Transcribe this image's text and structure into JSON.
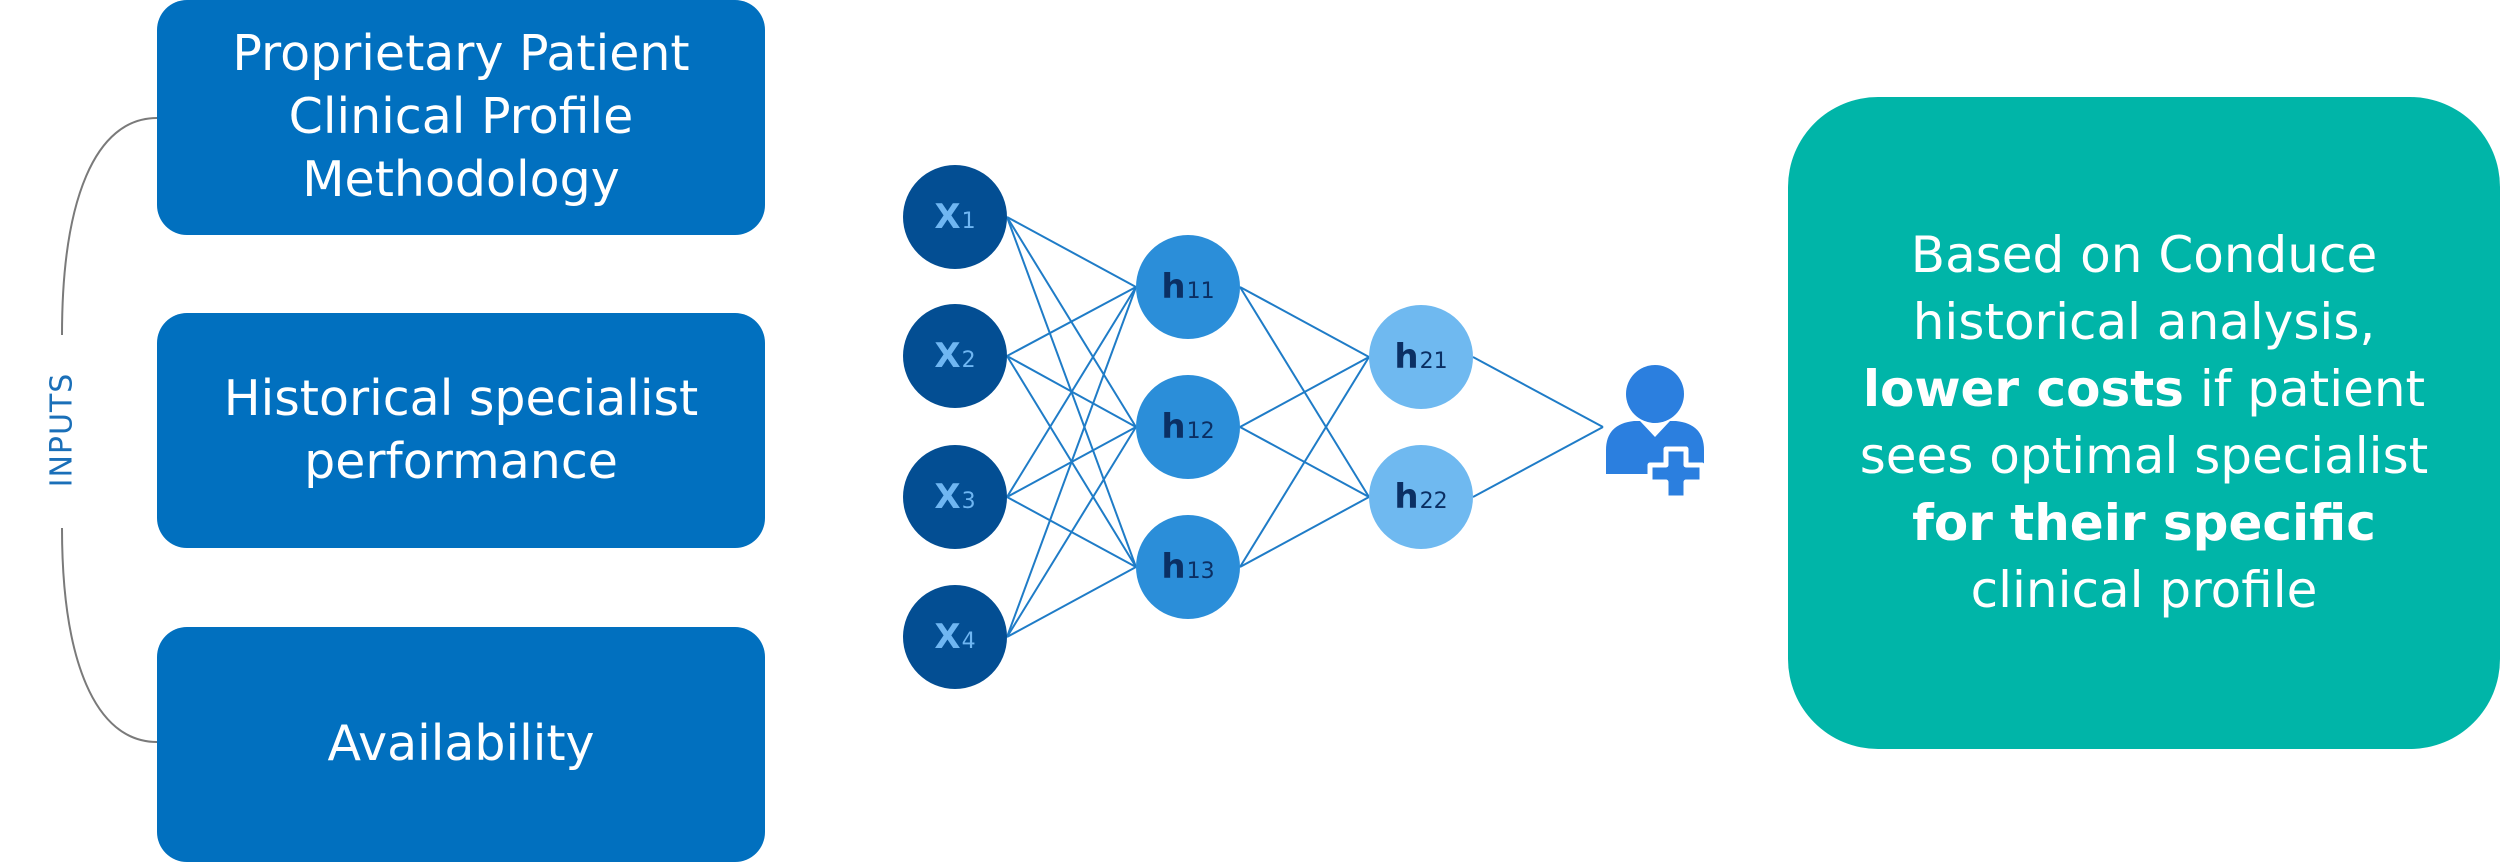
{
  "inputs_label": "INPUTS",
  "inputs": [
    {
      "label": "Proprietary Patient Clinical Profile Methodology"
    },
    {
      "label": "Historical specialist performance"
    },
    {
      "label": "Availability"
    }
  ],
  "network": {
    "input_nodes": [
      {
        "main": "X",
        "sub": "1"
      },
      {
        "main": "X",
        "sub": "2"
      },
      {
        "main": "X",
        "sub": "3"
      },
      {
        "main": "X",
        "sub": "4"
      }
    ],
    "hidden_layer_1": [
      {
        "main": "h",
        "sub": "11"
      },
      {
        "main": "h",
        "sub": "12"
      },
      {
        "main": "h",
        "sub": "13"
      }
    ],
    "hidden_layer_2": [
      {
        "main": "h",
        "sub": "21"
      },
      {
        "main": "h",
        "sub": "22"
      }
    ],
    "output_icon": "patient-plus-icon",
    "colors": {
      "input_node": "#034e93",
      "hidden_1_node": "#2b8ed9",
      "hidden_2_node": "#6fb9f0",
      "edge": "#1f7cc7",
      "icon": "#2b7fdf"
    }
  },
  "result": {
    "t1": "Based on Conduce historical analysis,",
    "b1": "lower costs",
    "t2": "if patient sees optimal specialist",
    "b2": "for their specific",
    "t3": "clinical profile"
  },
  "colors": {
    "input_box": "#0170bf",
    "result_box": "#00b5a8",
    "label": "#1a6fb8"
  }
}
